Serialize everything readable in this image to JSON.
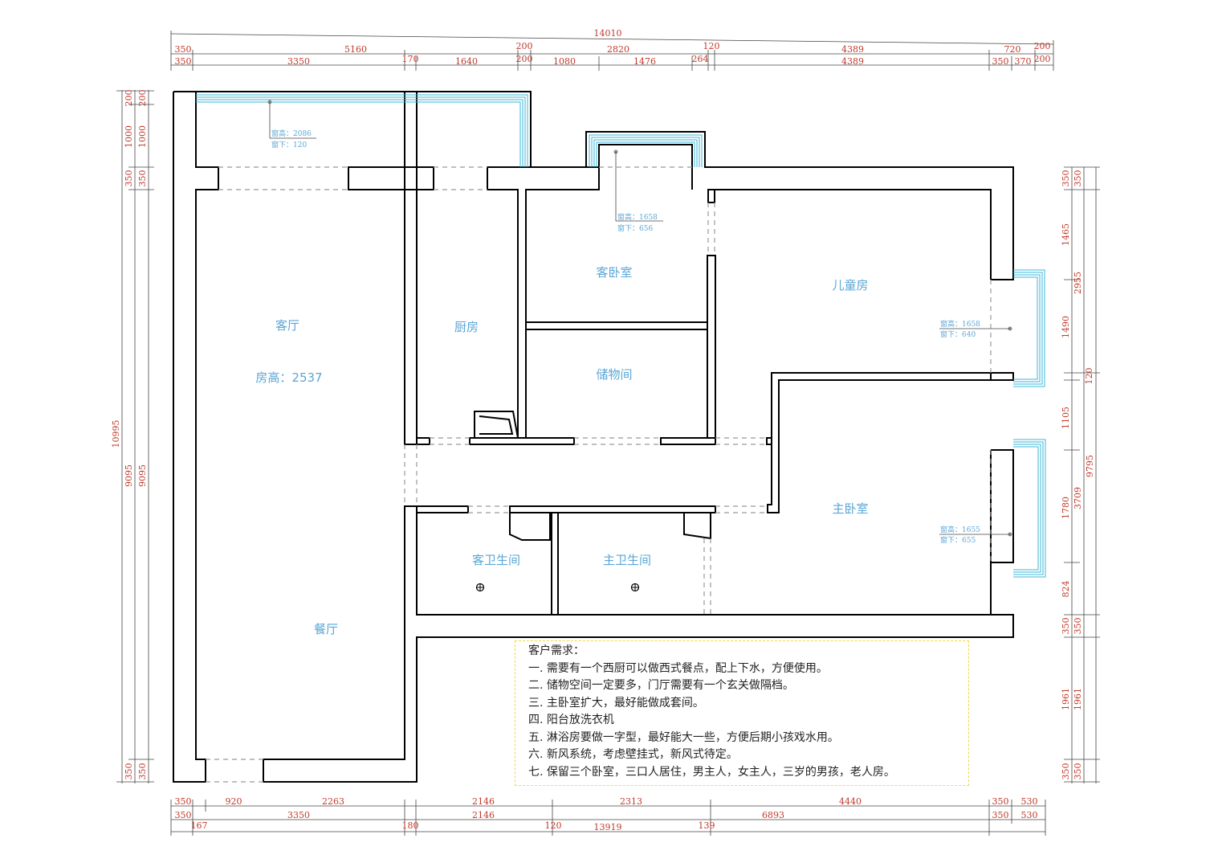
{
  "dimensions": {
    "top_overall": "14010",
    "top_row1": [
      "350",
      "5160",
      "200",
      "120",
      "4389",
      "720",
      "200"
    ],
    "top_row2": [
      "350",
      "3350",
      "170",
      "1640",
      "200",
      "1080",
      "2820",
      "1476",
      "264",
      "4389",
      "350",
      "370",
      "200"
    ],
    "bottom_row1": [
      "350",
      "920",
      "2263",
      "2146",
      "2313",
      "4440",
      "350",
      "530"
    ],
    "bottom_row2": [
      "350",
      "3350",
      "2146",
      "6893",
      "350",
      "530"
    ],
    "bottom_row3": [
      "167",
      "180",
      "120",
      "13919",
      "139"
    ],
    "left_overall": "10995",
    "left_row1": [
      "200",
      "1000",
      "350",
      "9095",
      "350"
    ],
    "left_row2": [
      "200",
      "1000",
      "350",
      "9095",
      "350"
    ],
    "right_row1": [
      "350",
      "1465",
      "2955",
      "1490",
      "120",
      "1105",
      "1780",
      "824",
      "350",
      "1961",
      "350"
    ],
    "right_row2": [
      "350",
      "3709",
      "350",
      "1961",
      "350"
    ],
    "right_overall": "9795"
  },
  "rooms": {
    "living": "客厅",
    "room_height": "房高：2537",
    "kitchen": "厨房",
    "guest_bedroom": "客卧室",
    "storage": "储物间",
    "kids_room": "儿童房",
    "master_bedroom": "主卧室",
    "guest_bath": "客卫生间",
    "master_bath": "主卫生间",
    "dining": "餐厅"
  },
  "windows": {
    "w1_height": "窗高：2086",
    "w1_sill": "窗下：120",
    "w2_height": "窗高：1658",
    "w2_sill": "窗下：656",
    "w3_height": "窗高：1658",
    "w3_sill": "窗下：640",
    "w4_height": "窗高：1655",
    "w4_sill": "窗下：655"
  },
  "requirements": {
    "title": "客户需求：",
    "items": [
      "一. 需要有一个西厨可以做西式餐点，配上下水，方便使用。",
      "二. 储物空间一定要多，门厅需要有一个玄关做隔档。",
      "三. 主卧室扩大，最好能做成套间。",
      "四. 阳台放洗衣机",
      "五. 淋浴房要做一字型，最好能大一些，方便后期小孩戏水用。",
      "六. 新风系统，考虑壁挂式，新风式待定。",
      "七. 保留三个卧室，三口人居住，男主人，女主人，三岁的男孩，老人房。"
    ]
  },
  "colors": {
    "dimension_text": "#c0392b",
    "room_label": "#5aa6d6",
    "window_glass": "#3bb7d8",
    "note_border": "#f4d84a"
  }
}
